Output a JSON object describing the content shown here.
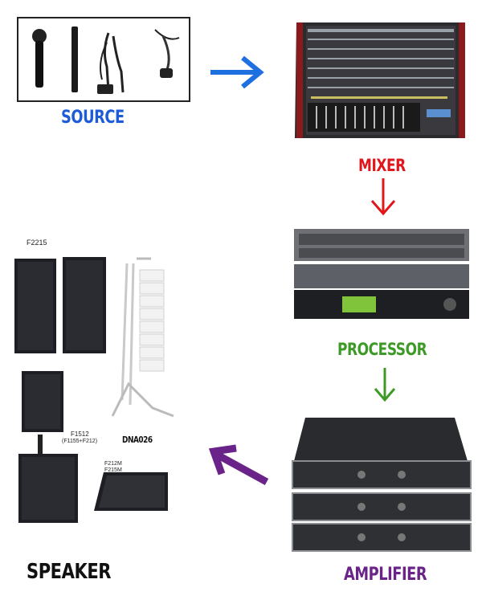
{
  "stages": {
    "source": {
      "label": "SOURCE",
      "color": "#1e5bd8"
    },
    "mixer": {
      "label": "MIXER",
      "color": "#e0161b"
    },
    "processor": {
      "label": "PROCESSOR",
      "color": "#3e9a26"
    },
    "amplifier": {
      "label": "AMPLIFIER",
      "color": "#6a2388"
    },
    "speaker": {
      "label": "SPEAKER",
      "color": "#111111"
    }
  },
  "speaker_models": {
    "f2215": "F2215",
    "f1512_line1": "F1512",
    "f1512_line2": "(F1155+F212)",
    "f2128_line1": "F212M",
    "f2128_line2": "F215M",
    "line_array": "DNA026"
  },
  "arrows": {
    "source_to_mixer": {
      "color": "#1e6fe0"
    },
    "mixer_to_processor": {
      "color": "#e0161b"
    },
    "processor_to_amplifier": {
      "color": "#3e9a26"
    },
    "amplifier_to_speaker": {
      "color": "#6a2388"
    }
  }
}
